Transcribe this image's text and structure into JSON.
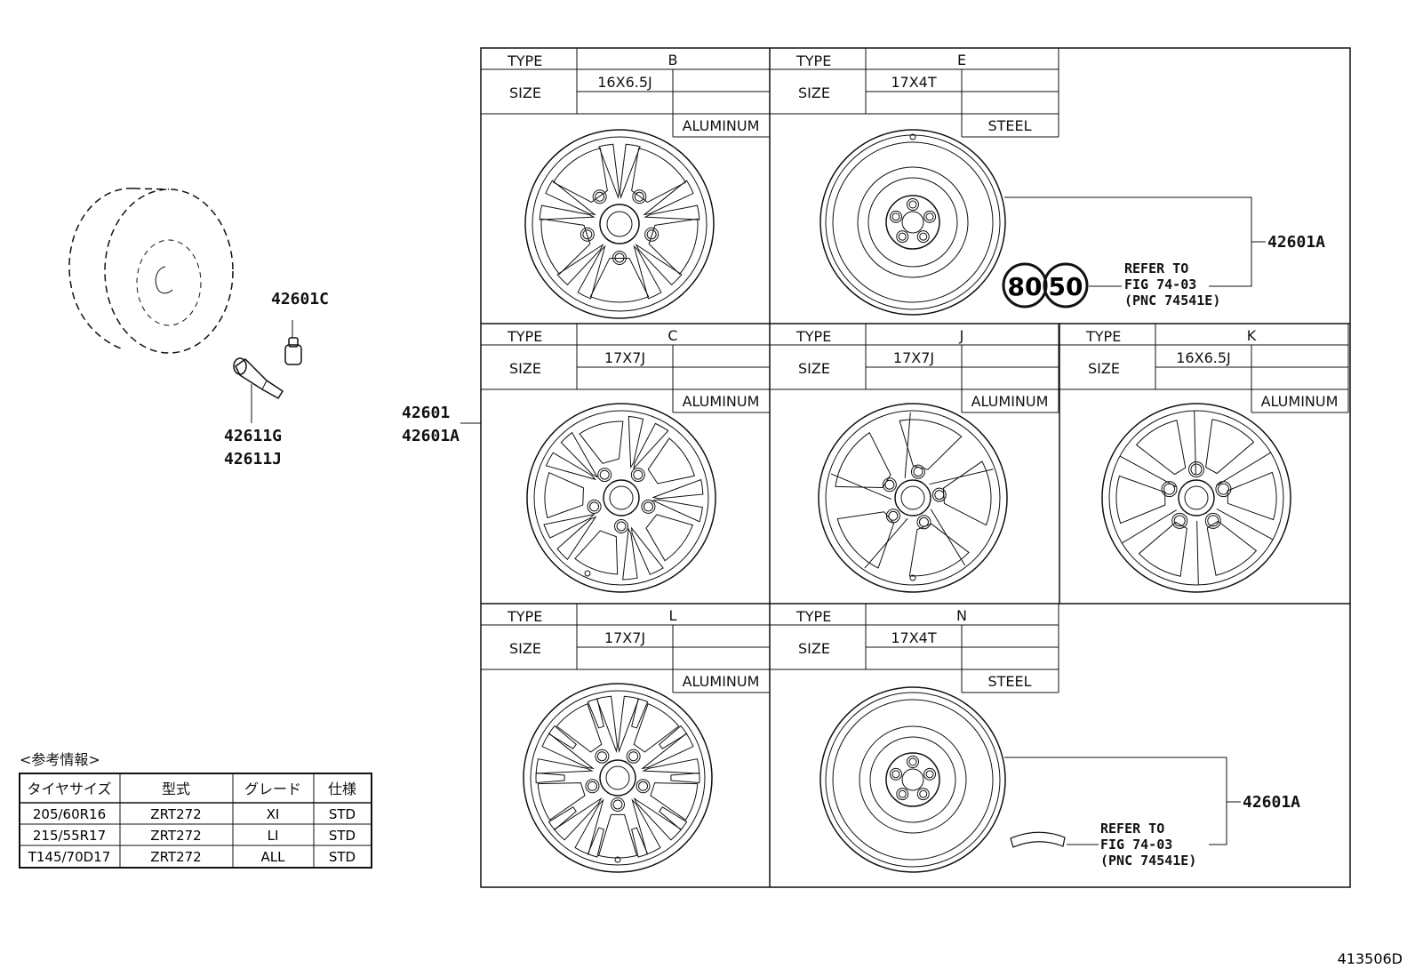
{
  "figure_id": "413506D",
  "grid_headers": {
    "type": "TYPE",
    "size": "SIZE"
  },
  "wheel_types": [
    {
      "code": "B",
      "size": "16X6.5J",
      "material": "ALUMINUM"
    },
    {
      "code": "E",
      "size": "17X4T",
      "material": "STEEL"
    },
    {
      "code": "C",
      "size": "17X7J",
      "material": "ALUMINUM"
    },
    {
      "code": "J",
      "size": "17X7J",
      "material": "ALUMINUM"
    },
    {
      "code": "K",
      "size": "16X6.5J",
      "material": "ALUMINUM"
    },
    {
      "code": "L",
      "size": "17X7J",
      "material": "ALUMINUM"
    },
    {
      "code": "N",
      "size": "17X4T",
      "material": "STEEL"
    }
  ],
  "part_numbers": {
    "cap": "42601C",
    "valve_1": "42611G",
    "valve_2": "42611J",
    "wheel_1": "42601",
    "wheel_2": "42601A",
    "spare_top": "42601A",
    "spare_bottom": "42601A"
  },
  "refer_note": [
    "REFER TO",
    "FIG 74-03",
    "(PNC 74541E)"
  ],
  "speed_badge": [
    "80",
    "50"
  ],
  "ref_table": {
    "title": "<参考情報>",
    "headers": [
      "タイヤサイズ",
      "型式",
      "グレード",
      "仕様"
    ],
    "rows": [
      [
        "205/60R16",
        "ZRT272",
        "XI",
        "STD"
      ],
      [
        "215/55R17",
        "ZRT272",
        "LI",
        "STD"
      ],
      [
        "T145/70D17",
        "ZRT272",
        "ALL",
        "STD"
      ]
    ]
  }
}
